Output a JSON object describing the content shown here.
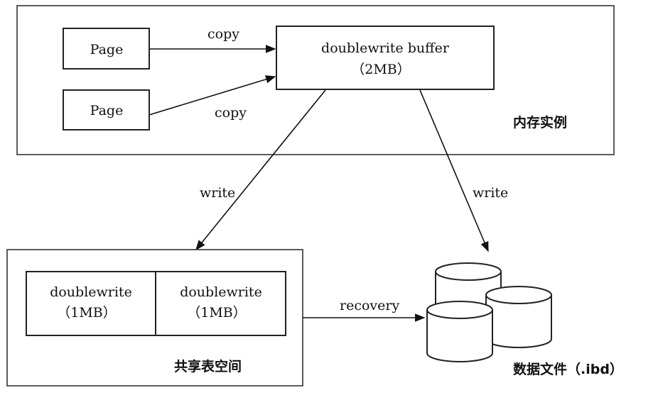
{
  "memory_instance": {
    "title": "内存实例",
    "page_1": "Page",
    "page_2": "Page",
    "copy_label_1": "copy",
    "copy_label_2": "copy",
    "buffer_label": "doublewrite buffer",
    "buffer_size": "（2MB）"
  },
  "write_label_left": "write",
  "write_label_right": "write",
  "shared_tablespace": {
    "title": "共享表空间",
    "segment_1_label": "doublewrite",
    "segment_1_size": "（1MB）",
    "segment_2_label": "doublewrite",
    "segment_2_size": "（1MB）"
  },
  "recovery_label": "recovery",
  "data_files_label": "数据文件（.ibd）"
}
